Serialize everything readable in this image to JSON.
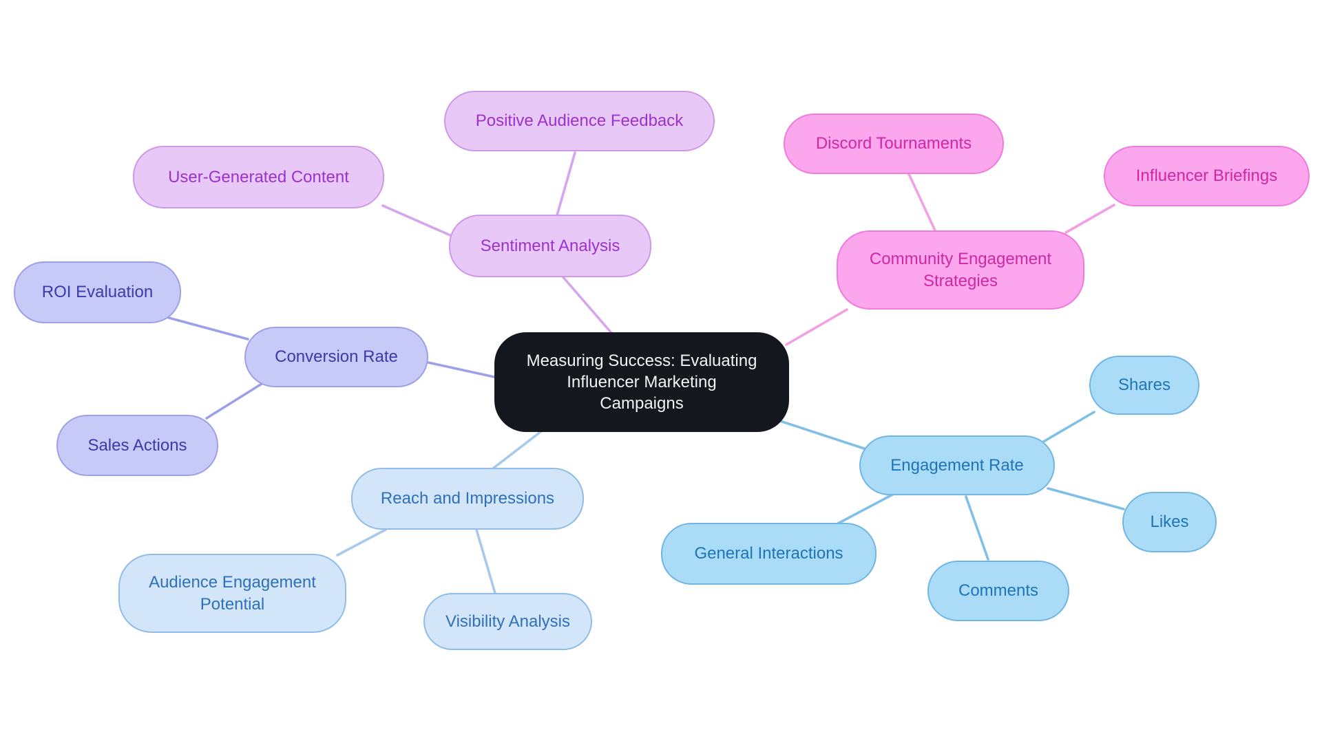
{
  "diagram": {
    "type": "mindmap",
    "root": {
      "label": "Measuring Success: Evaluating Influencer Marketing Campaigns",
      "bg": "#14171d",
      "text_color": "#f2f3f5"
    },
    "branches": [
      {
        "label": "Sentiment Analysis",
        "fill": "#e8c8f7",
        "border": "#cf97e8",
        "text_color": "#9c31ce",
        "line_color": "#d5a5ee",
        "children": [
          {
            "label": "Positive Audience Feedback"
          },
          {
            "label": "User-Generated Content"
          }
        ]
      },
      {
        "label": "Community Engagement Strategies",
        "fill": "#fba6ed",
        "border": "#ef7cdd",
        "text_color": "#ce28a2",
        "line_color": "#f2a0e4",
        "children": [
          {
            "label": "Discord Tournaments"
          },
          {
            "label": "Influencer Briefings"
          }
        ]
      },
      {
        "label": "Conversion Rate",
        "fill": "#c7c9f7",
        "border": "#9da0e8",
        "text_color": "#3a3aaa",
        "line_color": "#9da0e8",
        "children": [
          {
            "label": "ROI Evaluation"
          },
          {
            "label": "Sales Actions"
          }
        ]
      },
      {
        "label": "Engagement Rate",
        "fill": "#abdcf7",
        "border": "#71b6e3",
        "text_color": "#1d74b6",
        "line_color": "#7fbfe8",
        "children": [
          {
            "label": "Shares"
          },
          {
            "label": "Likes"
          },
          {
            "label": "Comments"
          },
          {
            "label": "General Interactions"
          }
        ]
      },
      {
        "label": "Reach and Impressions",
        "fill": "#d3e5f8",
        "border": "#90bde8",
        "text_color": "#2e70bc",
        "line_color": "#a6c9ed",
        "children": [
          {
            "label": "Audience Engagement Potential"
          },
          {
            "label": "Visibility Analysis"
          }
        ]
      }
    ]
  },
  "background_color": "#ffffff"
}
